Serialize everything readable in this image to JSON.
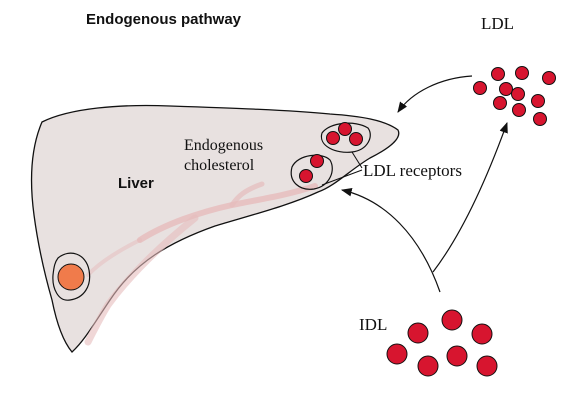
{
  "diagram": {
    "title": "Endogenous pathway",
    "organ_label": "Liver",
    "cholesterol_label_line1": "Endogenous",
    "cholesterol_label_line2": "cholesterol",
    "receptors_label": "LDL receptors",
    "ldl_label": "LDL",
    "idl_label": "IDL",
    "colors": {
      "liver_fill": "#e8e1e0",
      "liver_vessel": "#e6bcbc",
      "particle_fill": "#d7152f",
      "gallbladder_fill": "#f07b4b",
      "outline": "#111111"
    }
  }
}
